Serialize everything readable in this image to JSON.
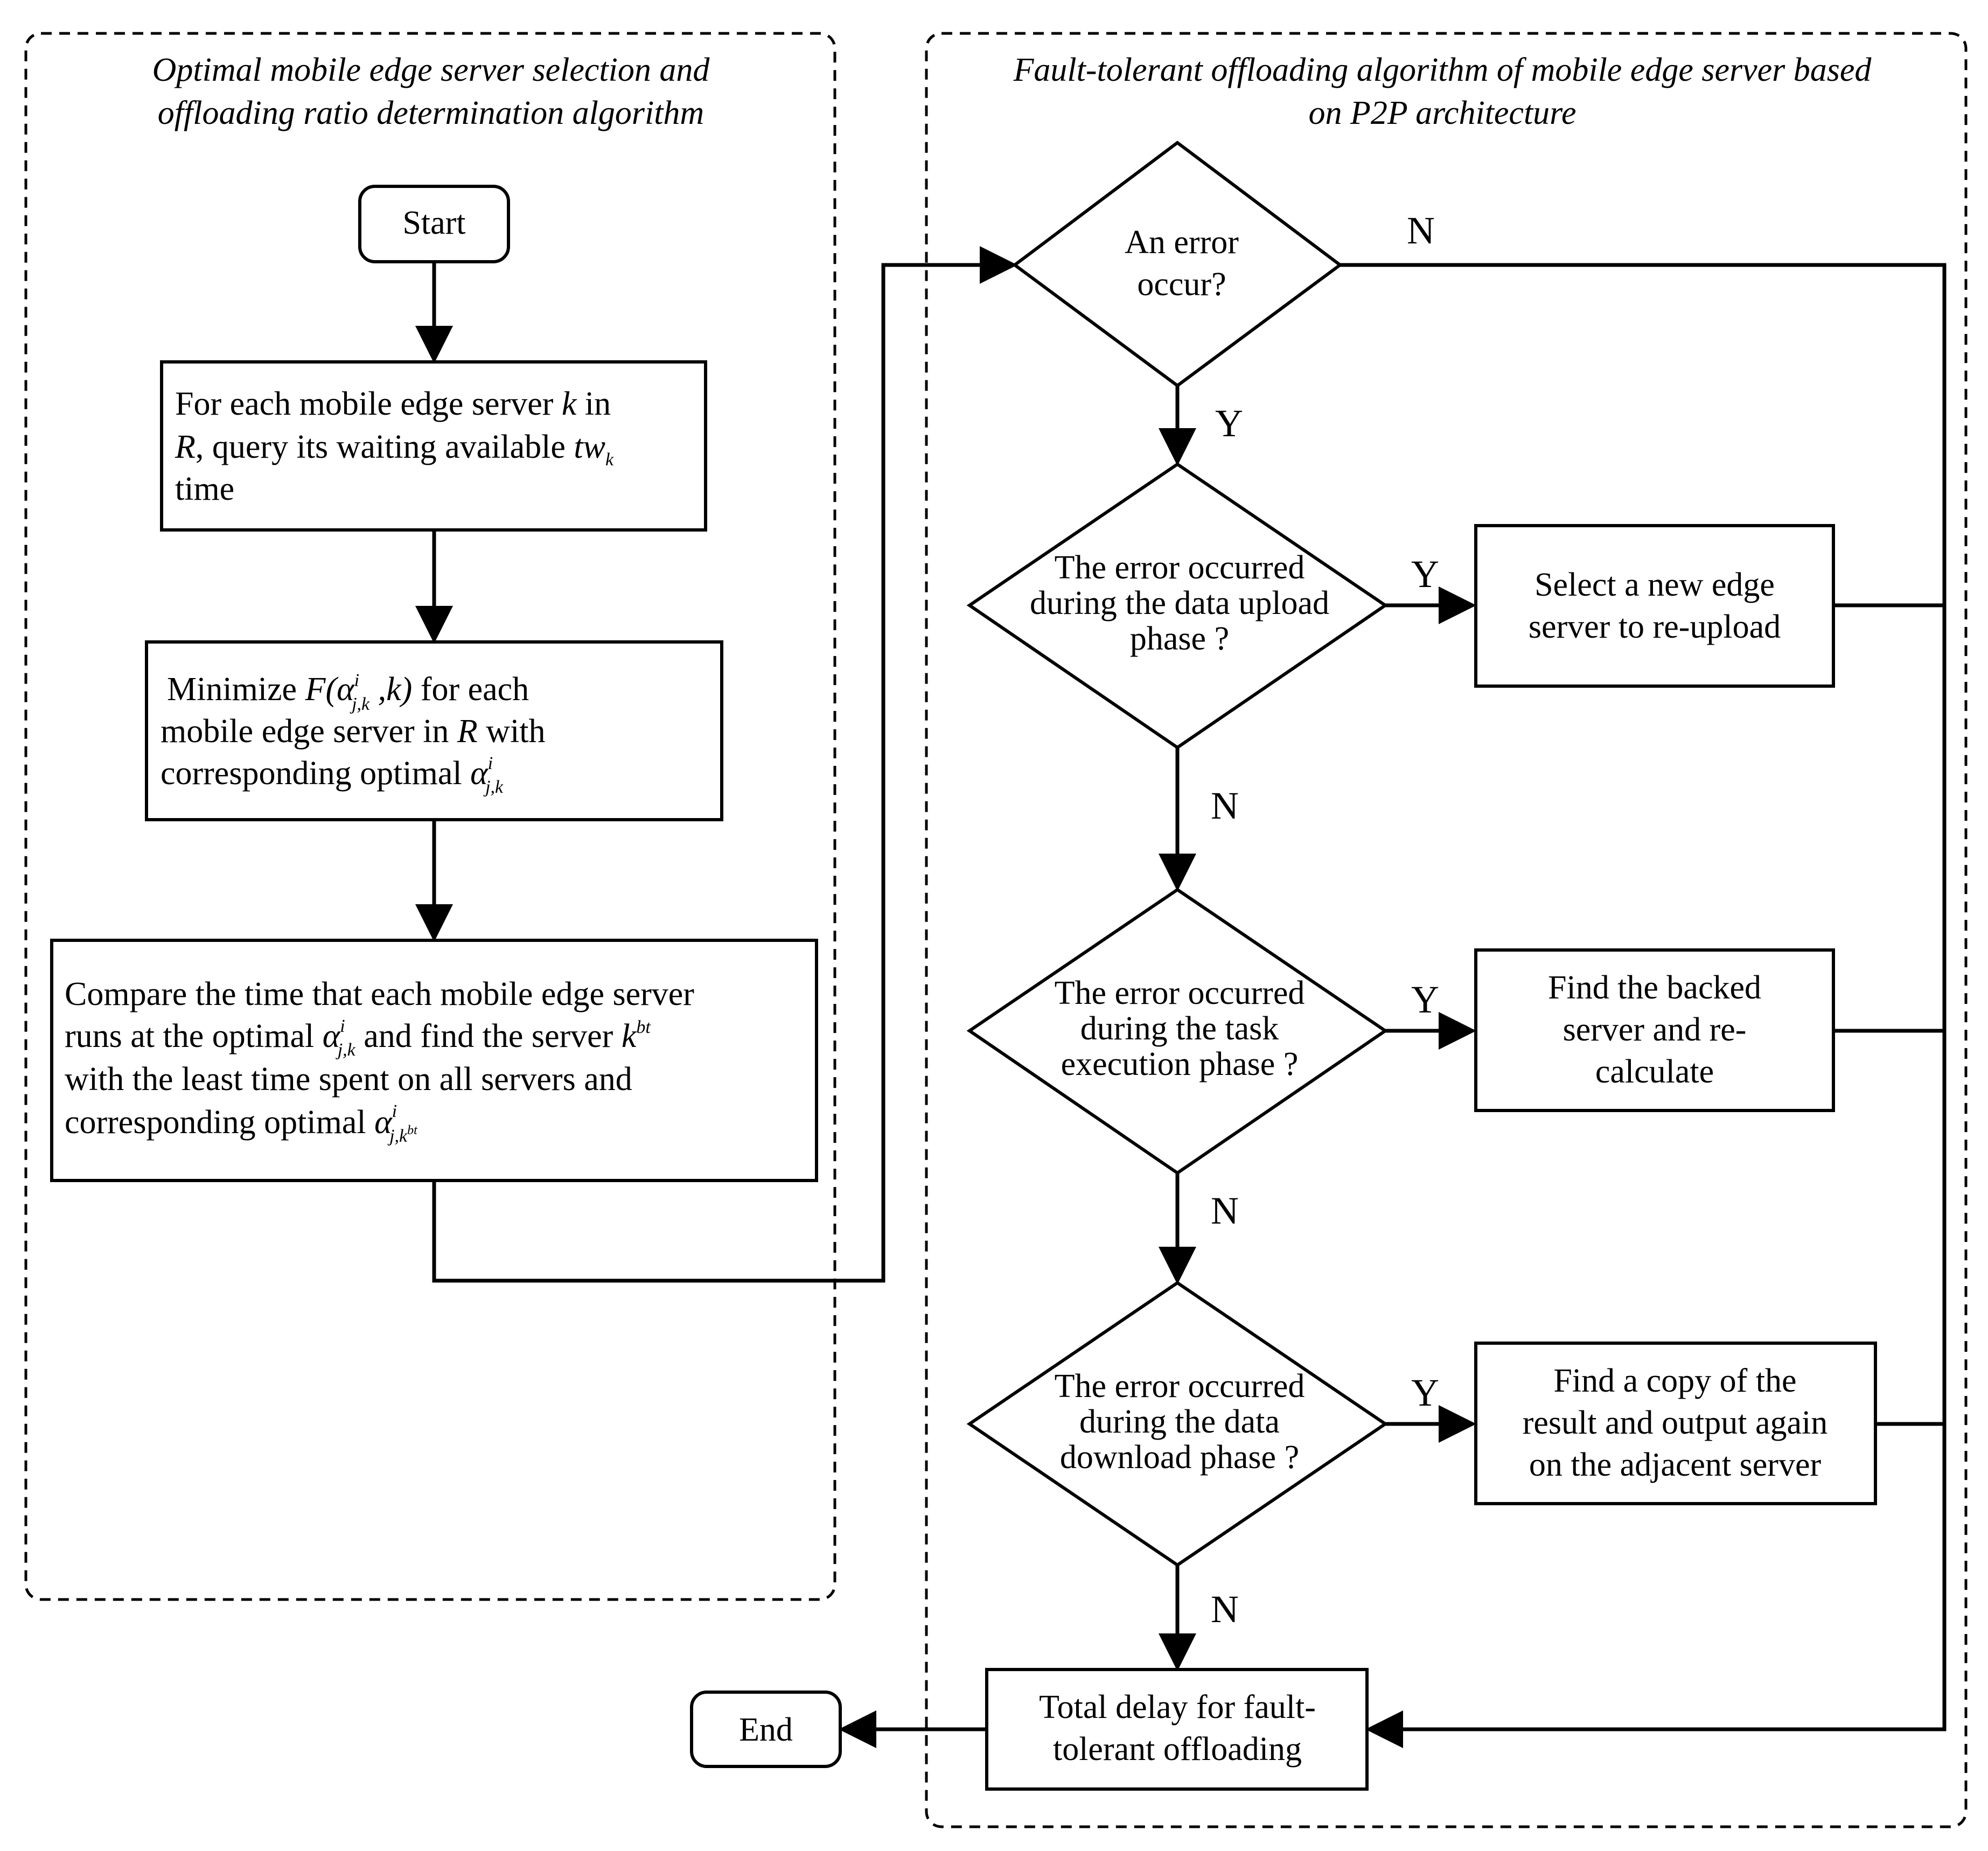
{
  "panels": {
    "left_title": [
      "Optimal mobile edge server selection and",
      "offloading ratio determination algorithm"
    ],
    "right_title": [
      "Fault-tolerant offloading algorithm of mobile edge server based",
      "on P2P architecture"
    ]
  },
  "left": {
    "start": "Start",
    "query": {
      "line1_a": "For each mobile edge server ",
      "line1_k": "k",
      "line1_b": " in",
      "line2_r": "R",
      "line2_b": ", query its waiting available ",
      "line2_tw": "tw",
      "line2_sub": "k",
      "line3": "time"
    },
    "minimize": {
      "line1_a": "Minimize ",
      "line1_f": "F(α",
      "line1_sup": "i",
      "line1_sub": "j,k",
      "line1_k": " ,k)",
      "line1_b": " for each",
      "line2_a": "mobile edge server in ",
      "line2_r": "R",
      "line2_b": " with",
      "line3_a": "corresponding optimal ",
      "line3_alpha": "α",
      "line3_sup": "i",
      "line3_sub": "j,k"
    },
    "compare": {
      "line1": "Compare the time that each mobile edge server",
      "line2_a": "runs at the optimal ",
      "line2_alpha": "α",
      "line2_sup": "i",
      "line2_sub": "j,k",
      "line2_b": " and find the server ",
      "line2_k": "k",
      "line2_ksup": "bt",
      "line3": "with the least time spent on all servers and",
      "line4_a": "corresponding optimal ",
      "line4_alpha": "α",
      "line4_sup": "i",
      "line4_sub": "j,k",
      "line4_subsup": "bt"
    }
  },
  "right": {
    "d1": [
      "An error",
      "occur?"
    ],
    "d2": [
      "The error occurred",
      "during the data upload",
      "phase ?"
    ],
    "d3": [
      "The error occurred",
      "during  the task",
      "execution phase ?"
    ],
    "d4": [
      "The error occurred",
      "during the data",
      "download phase ?"
    ],
    "b1": [
      "Select a new edge",
      "server to re-upload"
    ],
    "b2": [
      "Find the backed",
      "server and re-",
      "calculate"
    ],
    "b3": [
      "Find a copy of the",
      "result and output again",
      "on the adjacent server"
    ],
    "total": [
      "Total delay for fault-",
      "tolerant offloading"
    ],
    "end": "End"
  },
  "labels": {
    "yes": "Y",
    "no": "N"
  }
}
